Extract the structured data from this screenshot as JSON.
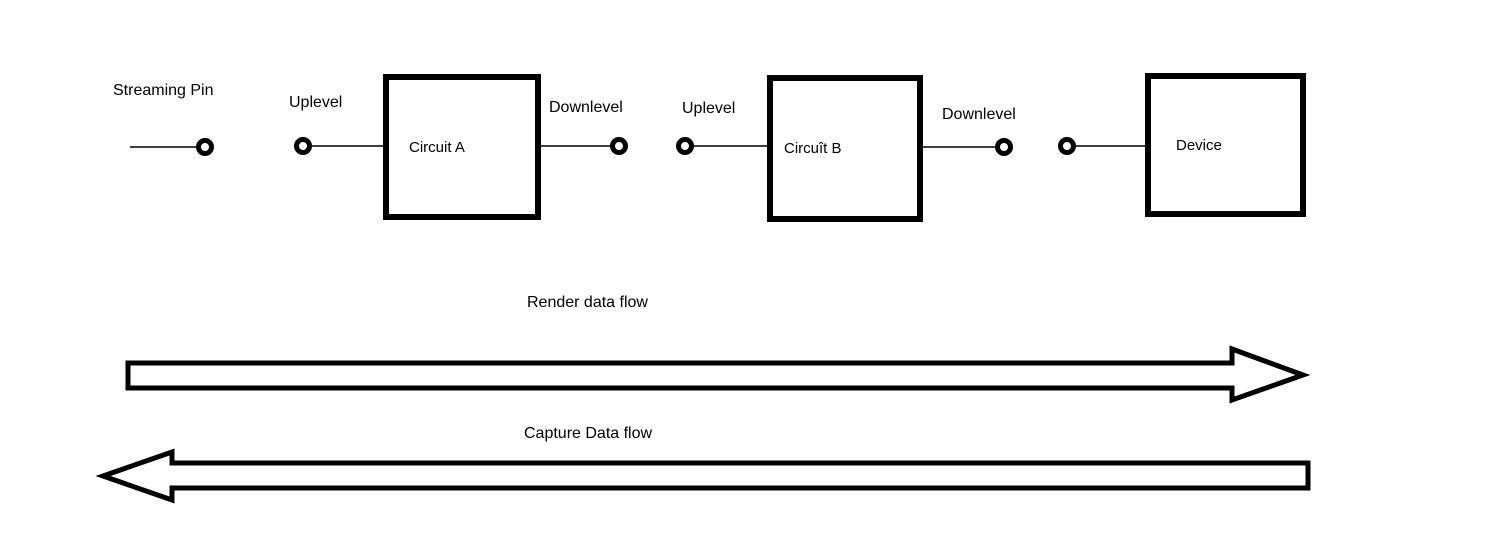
{
  "colors": {
    "background": "#ffffff",
    "ink": "#000000"
  },
  "diagram": {
    "pin_labels": [
      {
        "id": "streaming-pin",
        "label": "Streaming Pin"
      },
      {
        "id": "uplevel-a",
        "label": "Uplevel"
      },
      {
        "id": "downlevel-a",
        "label": "Downlevel"
      },
      {
        "id": "uplevel-b",
        "label": "Uplevel"
      },
      {
        "id": "downlevel-b",
        "label": "Downlevel"
      }
    ],
    "nodes": [
      {
        "id": "circuit-a",
        "label": "Circuit A"
      },
      {
        "id": "circuit-b",
        "label": "Circuît B"
      },
      {
        "id": "device",
        "label": "Device"
      }
    ],
    "flows": [
      {
        "id": "render",
        "label": "Render data flow",
        "direction": "right"
      },
      {
        "id": "capture",
        "label": "Capture Data flow",
        "direction": "left"
      }
    ]
  }
}
